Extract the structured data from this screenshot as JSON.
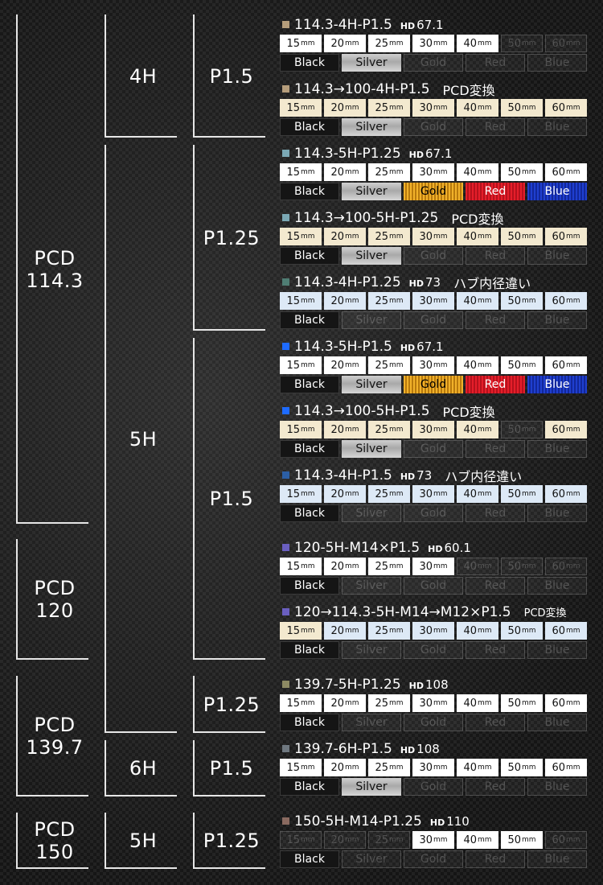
{
  "brackets": [
    {
      "label": "PCD\n114.3"
    },
    {
      "label": "PCD\n120"
    },
    {
      "label": "PCD\n139.7"
    },
    {
      "label": "PCD\n150"
    },
    {
      "label": "4H"
    },
    {
      "label": "5H"
    },
    {
      "label": "6H"
    },
    {
      "label": "5H"
    },
    {
      "label": "P1.5"
    },
    {
      "label": "P1.25"
    },
    {
      "label": "P1.5"
    },
    {
      "label": "P1.25"
    },
    {
      "label": "P1.5"
    },
    {
      "label": "P1.25"
    }
  ],
  "size_unit": "mm",
  "hd_label": "HD",
  "sizes": [
    "15",
    "20",
    "25",
    "30",
    "40",
    "50",
    "60"
  ],
  "colors": [
    "Black",
    "Silver",
    "Gold",
    "Red",
    "Blue"
  ],
  "blocks": [
    {
      "title": "114.3-4H-P1.5",
      "marker": "#b59d7b",
      "hd": "67.1",
      "note": "",
      "sizes": "wwwwwoo",
      "colors": "bsooo"
    },
    {
      "title": "114.3→100-4H-P1.5",
      "marker": "#b59d7b",
      "hd": "",
      "note": "PCD変換",
      "sizes": "ccccccc",
      "colors": "bsooo"
    },
    {
      "title": "114.3-5H-P1.25",
      "marker": "#7ba8b4",
      "hd": "67.1",
      "note": "",
      "sizes": "wwwwwww",
      "colors": "bsgrl"
    },
    {
      "title": "114.3→100-5H-P1.25",
      "marker": "#7ba8b4",
      "hd": "",
      "note": "PCD変換",
      "sizes": "ccccccc",
      "colors": "bsooo"
    },
    {
      "title": "114.3-4H-P1.25",
      "marker": "#4f7d73",
      "hd": "73",
      "note": "ハブ内径違い",
      "sizes": "lllllll",
      "colors": "boooo"
    },
    {
      "title": "114.3-5H-P1.5",
      "marker": "#1e6bff",
      "hd": "67.1",
      "note": "",
      "sizes": "wwwwwww",
      "colors": "bsgrl"
    },
    {
      "title": "114.3→100-5H-P1.5",
      "marker": "#1e6bff",
      "hd": "",
      "note": "PCD変換",
      "sizes": "cccccoc",
      "colors": "bsooo"
    },
    {
      "title": "114.3-4H-P1.5",
      "marker": "#2c5fa5",
      "hd": "73",
      "note": "ハブ内径違い",
      "sizes": "lllllll",
      "colors": "boooo"
    },
    {
      "title": "120-5H-M14×P1.5",
      "marker": "#6a5fc0",
      "hd": "60.1",
      "note": "",
      "sizes": "wwwwooo",
      "colors": "boooo"
    },
    {
      "title": "120→114.3-5H-M14→M12×P1.5",
      "marker": "#6a5fc0",
      "hd": "",
      "note": "PCD変換",
      "sizes": "cllllll",
      "colors": "boooo"
    },
    {
      "title": "139.7-5H-P1.25",
      "marker": "#8d8a63",
      "hd": "108",
      "note": "",
      "sizes": "wwwwwww",
      "colors": "boooo"
    },
    {
      "title": "139.7-6H-P1.5",
      "marker": "#6f7880",
      "hd": "108",
      "note": "",
      "sizes": "wwwwwww",
      "colors": "bsooo"
    },
    {
      "title": "150-5H-M14-P1.25",
      "marker": "#8a6a60",
      "hd": "110",
      "note": "",
      "sizes": "ooowwwo",
      "colors": "boooo"
    }
  ]
}
